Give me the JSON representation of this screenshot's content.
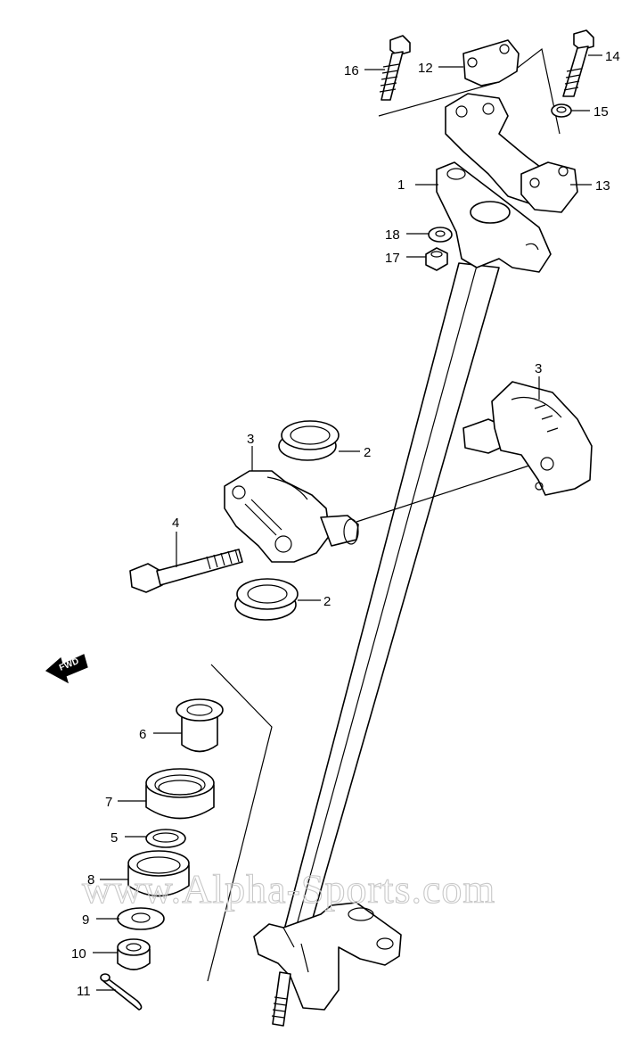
{
  "callouts": [
    "1",
    "2",
    "2",
    "3",
    "3",
    "4",
    "5",
    "6",
    "7",
    "8",
    "9",
    "10",
    "11",
    "12",
    "13",
    "14",
    "15",
    "16",
    "17",
    "18"
  ],
  "fwd_label": "FWD",
  "watermark": "www.Alpha-Sports.com"
}
